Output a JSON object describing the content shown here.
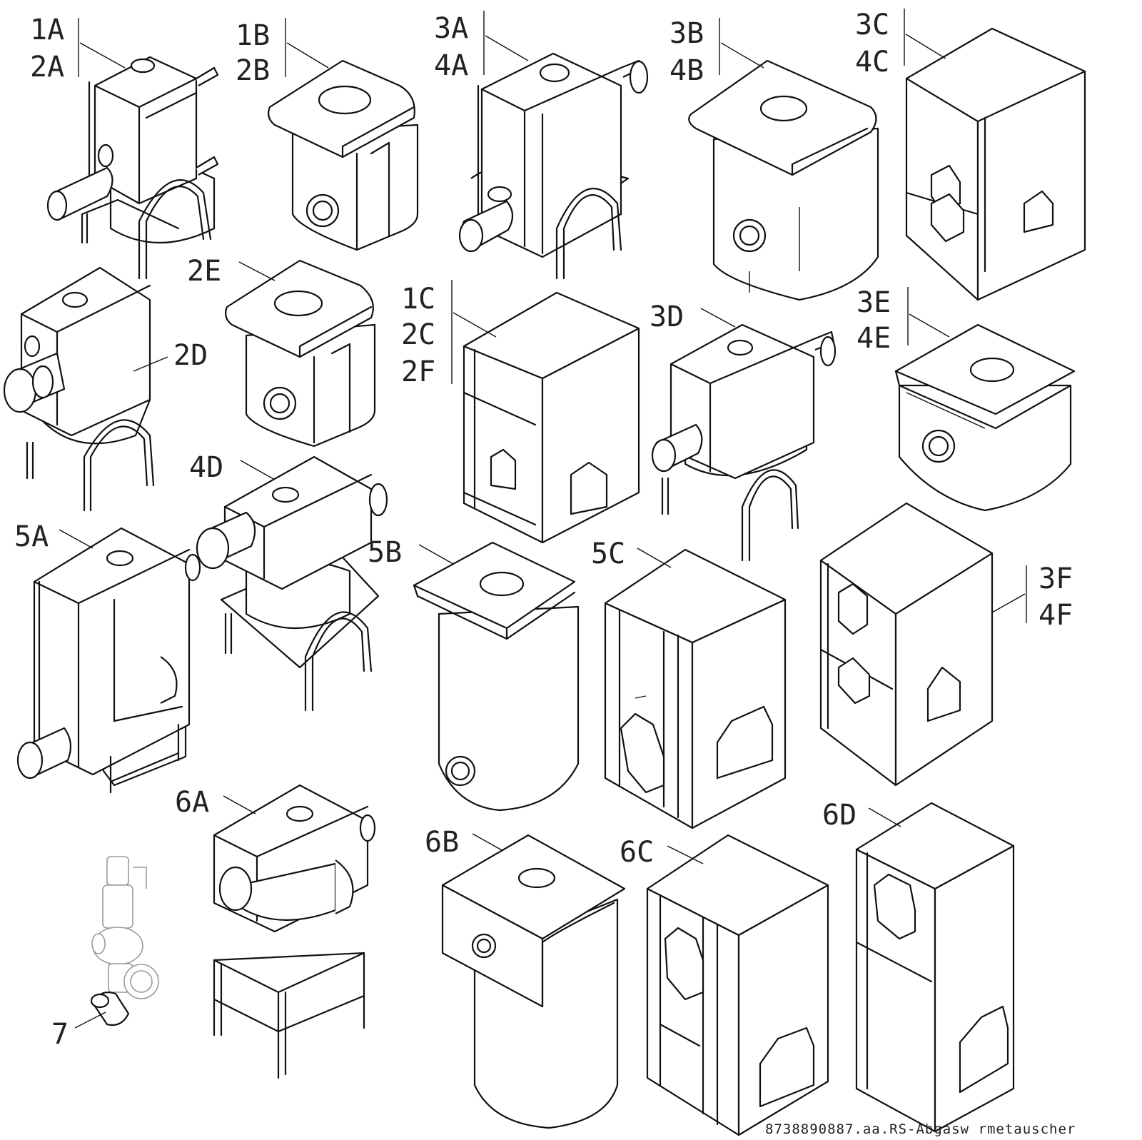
{
  "labels": {
    "l1A": "1A",
    "l2A": "2A",
    "l1B": "1B",
    "l2B": "2B",
    "l3A": "3A",
    "l4A": "4A",
    "l3B": "3B",
    "l4B": "4B",
    "l3C": "3C",
    "l4C": "4C",
    "l2E": "2E",
    "l2D": "2D",
    "l1C": "1C",
    "l2C": "2C",
    "l2F": "2F",
    "l3D": "3D",
    "l3E": "3E",
    "l4E": "4E",
    "l4D": "4D",
    "l5A": "5A",
    "l5B": "5B",
    "l5C": "5C",
    "l3F": "3F",
    "l4F": "4F",
    "l6A": "6A",
    "l6B": "6B",
    "l6C": "6C",
    "l6D": "6D",
    "l7": "7"
  },
  "footer": "8738890887.aa.RS-Abgasw rmetauscher"
}
